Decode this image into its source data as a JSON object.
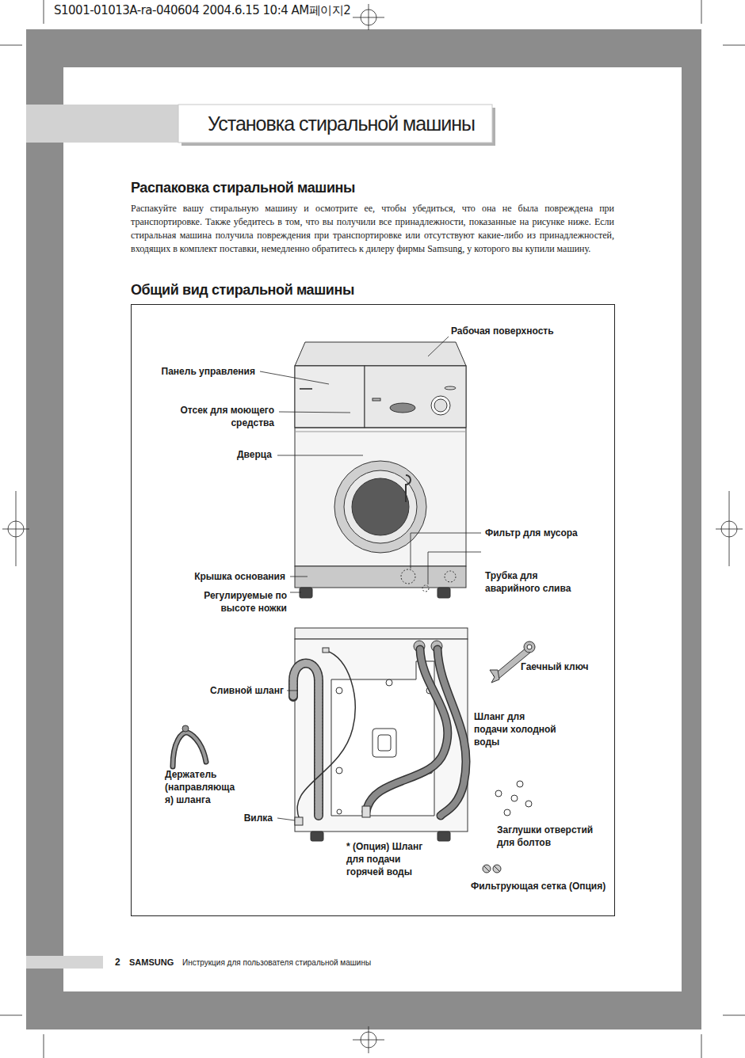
{
  "diagram": {
    "title": "Установка стиральной машины",
    "labels": [
      "S1001-01013A-ra-040604 2004.6.15 10:4 AM페이지2",
      "Распаковка стиральной машины",
      "Распакуйте вашу стиральную машину и осмотрите ее, чтобы убедиться, что она не была повреждена при транспортировке. Также убедитесь в том, что вы получили все принадлежности, показанные на рисунке ниже. Если стиральная машина получила повреждения при транспортировке или отсутствуют какие-либо из принадлежностей, входящих в комплект поставки, немедленно обратитесь к дилеру фирмы Samsung, у которого вы купили машину.",
      "Общий вид стиральной машины",
      "Рабочая поверхность",
      "Панель управления",
      "Отсек для моющего средства",
      "Дверца",
      "Фильтр для мусора",
      "Крышка основания",
      "Трубка для аварийного слива",
      "Регулируемые по высоте ножки",
      "Гаечный ключ",
      "Сливной шланг",
      "Шланг для подачи холодной воды",
      "Держатель (направляюща я) шланга",
      "Вилка",
      "Заглушки отверстий для болтов",
      "* (Опция) Шланг для подачи горячей воды",
      "Фильтрующая сетка (Опция)",
      "2",
      "SAMSUNG",
      "Инструкция для пользователя стиральной машины"
    ]
  }
}
